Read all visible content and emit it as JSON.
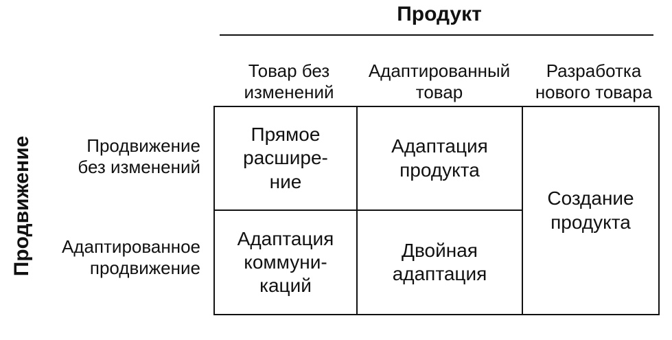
{
  "axes": {
    "product": "Продукт",
    "promotion": "Продвижение"
  },
  "columns": [
    "Товар без\nизменений",
    "Адаптированный\nтовар",
    "Разработка\nнового товара"
  ],
  "rows": [
    "Продвижение\nбез изменений",
    "Адаптированное\nпродвижение"
  ],
  "cells": {
    "straight_extension": "Прямое\nрасшире-\nние",
    "product_adaptation": "Адаптация\nпродукта",
    "communication_adaptation": "Адаптация\nкоммуни-\nкаций",
    "dual_adaptation": "Двойная\nадаптация",
    "product_invention": "Создание\nпродукта"
  }
}
